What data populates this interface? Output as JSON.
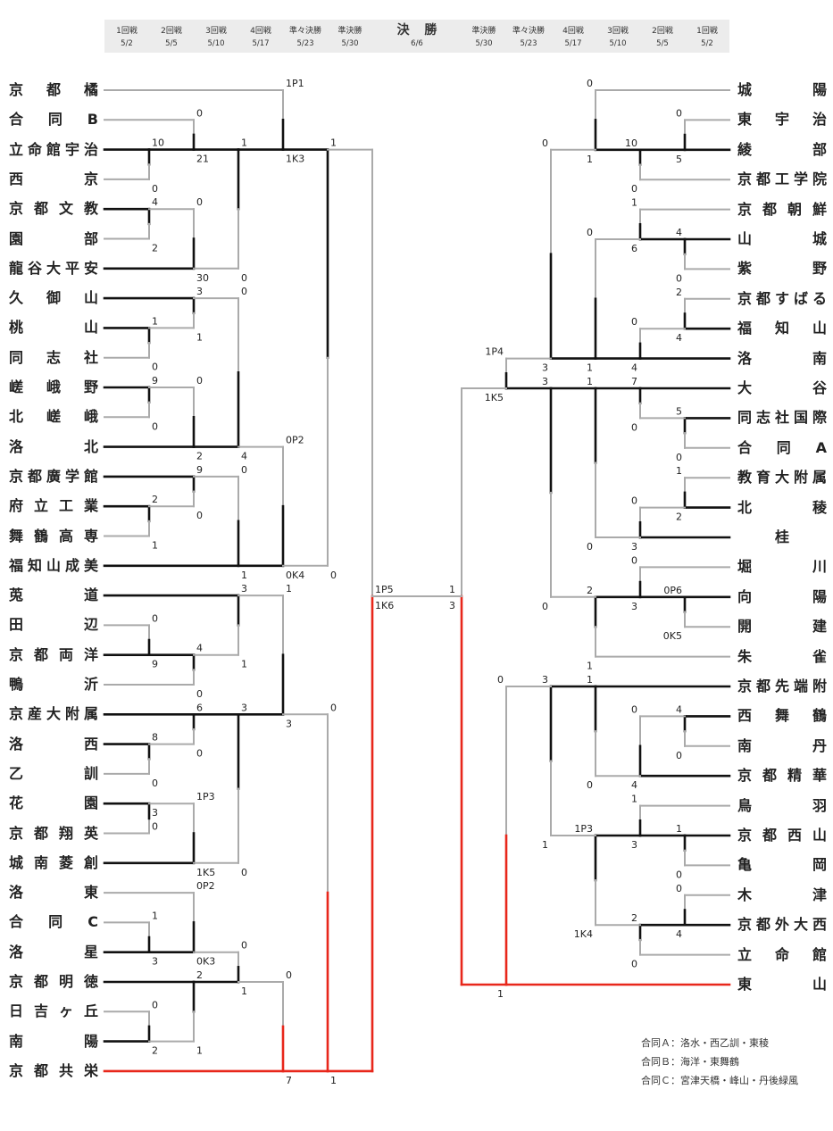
{
  "header": {
    "cols": [
      {
        "round": "1回戦",
        "date": "5/2"
      },
      {
        "round": "2回戦",
        "date": "5/5"
      },
      {
        "round": "3回戦",
        "date": "5/10"
      },
      {
        "round": "4回戦",
        "date": "5/17"
      },
      {
        "round": "準々決勝",
        "date": "5/23"
      },
      {
        "round": "準決勝",
        "date": "5/30"
      },
      {
        "round": "決 勝",
        "date": "6/6"
      },
      {
        "round": "準決勝",
        "date": "5/30"
      },
      {
        "round": "準々決勝",
        "date": "5/23"
      },
      {
        "round": "4回戦",
        "date": "5/17"
      },
      {
        "round": "3回戦",
        "date": "5/10"
      },
      {
        "round": "2回戦",
        "date": "5/5"
      },
      {
        "round": "1回戦",
        "date": "5/2"
      }
    ]
  },
  "left_teams": [
    "京都橘",
    "合同B",
    "立命館宇治",
    "西京",
    "京都文教",
    "園部",
    "龍谷大平安",
    "久御山",
    "桃山",
    "同志社",
    "嵯峨野",
    "北嵯峨",
    "洛北",
    "京都廣学館",
    "府立工業",
    "舞鶴高専",
    "福知山成美",
    "莵道",
    "田辺",
    "京都両洋",
    "鴨沂",
    "京産大附属",
    "洛西",
    "乙訓",
    "花園",
    "京都翔英",
    "城南菱創",
    "洛東",
    "合同C",
    "洛星",
    "京都明徳",
    "日吉ヶ丘",
    "南陽",
    "京都共栄"
  ],
  "right_teams": [
    "城陽",
    "東宇治",
    "綾部",
    "京都工学院",
    "京都朝鮮",
    "山城",
    "紫野",
    "京都すばる",
    "福知山",
    "洛南",
    "大谷",
    "同志社国際",
    "合同A",
    "教育大附属",
    "北稜",
    "桂",
    "堀川",
    "向陽",
    "開建",
    "朱雀",
    "京都先端附",
    "西舞鶴",
    "南丹",
    "京都精華",
    "鳥羽",
    "京都西山",
    "亀岡",
    "木津",
    "京都外大西",
    "立命館",
    "東山"
  ],
  "left_matches": [
    {
      "t": "10",
      "b": "0"
    },
    {
      "t": "4",
      "b": "2"
    },
    {
      "t": "1",
      "b": "0"
    },
    {
      "t": "9",
      "b": "0"
    },
    {
      "t": "2",
      "b": "1"
    },
    {
      "t": "0",
      "b": "9"
    },
    {
      "t": "8",
      "b": "0"
    },
    {
      "t": "0",
      "b": "3"
    },
    {
      "t": "1",
      "b": "3"
    },
    {
      "t": "0",
      "b": "2"
    },
    {
      "t": "0",
      "b": "21"
    },
    {
      "t": "0",
      "b": "30"
    },
    {
      "t": "3",
      "b": "1"
    },
    {
      "t": "0",
      "b": "2"
    },
    {
      "t": "9",
      "b": "0"
    },
    {
      "t": "4",
      "b": "0"
    },
    {
      "t": "6",
      "b": "0"
    },
    {
      "t": "1P3",
      "b": "1K5"
    },
    {
      "t": "0P2",
      "b": "0K3"
    },
    {
      "t": "2",
      "b": "1"
    },
    {
      "t": "1",
      "b": "0"
    },
    {
      "t": "0",
      "b": "4"
    },
    {
      "t": "0",
      "b": "1"
    },
    {
      "t": "3",
      "b": "1"
    },
    {
      "t": "3",
      "b": "0"
    },
    {
      "t": "0",
      "b": "1"
    },
    {
      "t": "1P1",
      "b": "1K3"
    },
    {
      "t": "0P2",
      "b": "0K4"
    },
    {
      "t": "1",
      "b": "3"
    },
    {
      "t": "0",
      "b": "7"
    },
    {
      "t": "1",
      "b": "0"
    },
    {
      "t": "0",
      "b": "1"
    }
  ],
  "right_matches": [
    {
      "t": "0",
      "b": "5"
    },
    {
      "t": "4",
      "b": "0"
    },
    {
      "t": "2",
      "b": "4"
    },
    {
      "t": "5",
      "b": "0"
    },
    {
      "t": "1",
      "b": "2"
    },
    {
      "t": "0P6",
      "b": "0K5"
    },
    {
      "t": "4",
      "b": "0"
    },
    {
      "t": "1",
      "b": "0"
    },
    {
      "t": "0",
      "b": "4"
    },
    {
      "t": "10",
      "b": "0"
    },
    {
      "t": "1",
      "b": "6"
    },
    {
      "t": "0",
      "b": "4"
    },
    {
      "t": "7",
      "b": "0"
    },
    {
      "t": "0",
      "b": "3"
    },
    {
      "t": "0",
      "b": "3"
    },
    {
      "t": "0",
      "b": "4"
    },
    {
      "t": "1",
      "b": "3"
    },
    {
      "t": "2",
      "b": "0"
    },
    {
      "t": "0",
      "b": "1"
    },
    {
      "t": "0",
      "b": "1"
    },
    {
      "t": "1",
      "b": "0"
    },
    {
      "t": "2",
      "b": "1"
    },
    {
      "t": "1",
      "b": "0"
    },
    {
      "t": "1P3",
      "b": "1K4"
    },
    {
      "t": "0",
      "b": "3"
    },
    {
      "t": "3",
      "b": "0"
    },
    {
      "t": "3",
      "b": "1"
    },
    {
      "t": "1P4",
      "b": "1K5"
    },
    {
      "t": "0",
      "b": "1"
    }
  ],
  "final": {
    "left": {
      "t": "1P5",
      "b": "1K6"
    },
    "right": {
      "t": "1",
      "b": "3"
    }
  },
  "notes": [
    "合同Ａ：洛水・西乙訓・東稜",
    "合同Ｂ：海洋・東舞鶴",
    "合同Ｃ：宮津天橋・峰山・丹後緑風"
  ],
  "colors": {
    "win": "#111111",
    "lose": "#aaaaaa",
    "champion": "#e8271b"
  }
}
